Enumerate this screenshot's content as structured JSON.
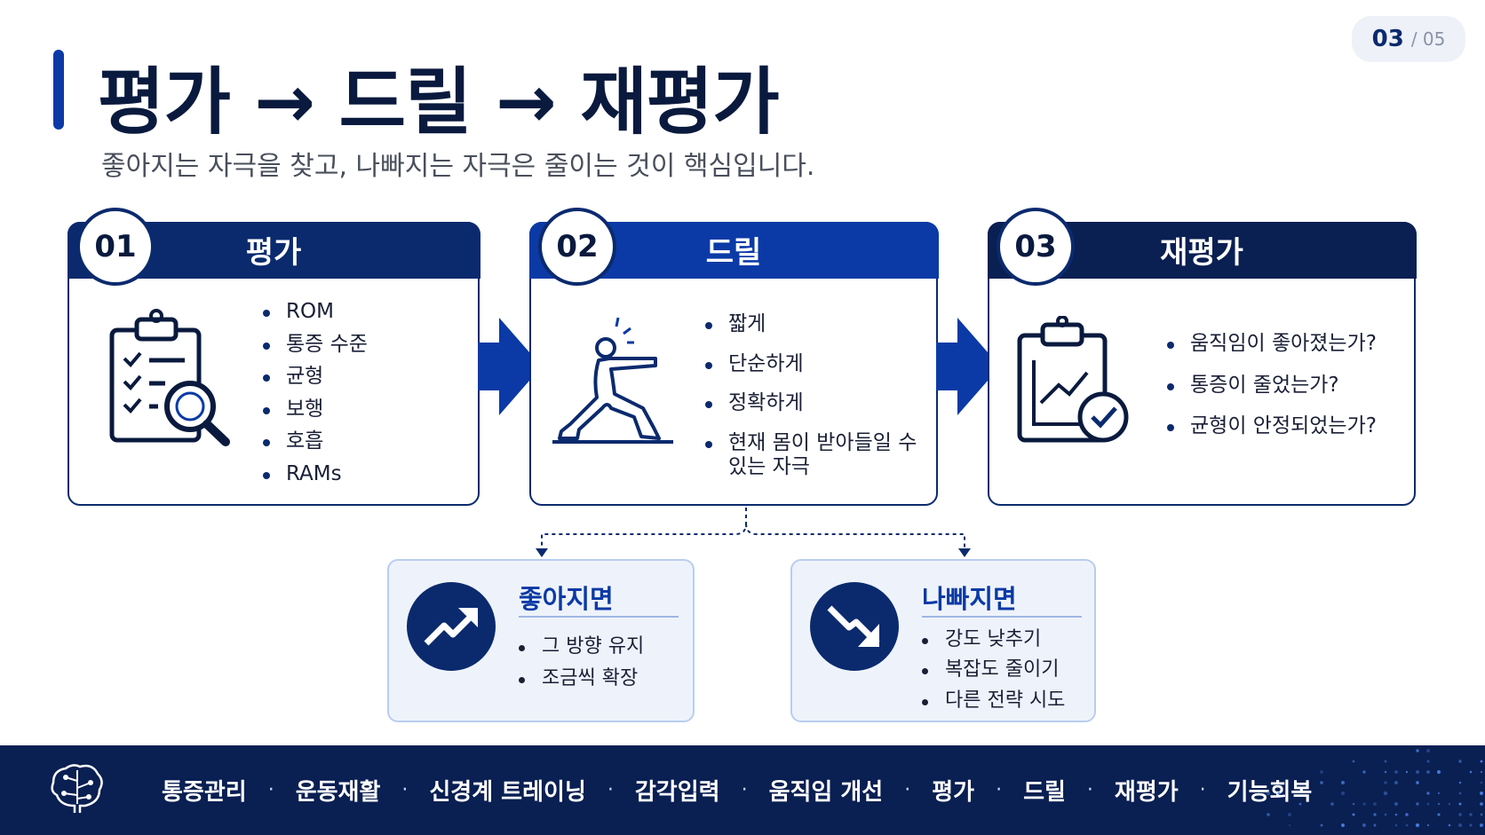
{
  "page_counter": {
    "current": "03",
    "total": "/ 05"
  },
  "header": {
    "title": "평가 → 드릴 → 재평가",
    "subtitle": "좋아지는 자극을 찾고, 나빠지는 자극은 줄이는 것이 핵심입니다."
  },
  "steps": [
    {
      "number": "01",
      "label": "평가",
      "icon": "clipboard-checklist-magnifier-icon",
      "items": [
        "ROM",
        "통증 수준",
        "균형",
        "보행",
        "호흡",
        "RAMs"
      ]
    },
    {
      "number": "02",
      "label": "드릴",
      "icon": "lunge-exercise-figure-icon",
      "items": [
        "짧게",
        "단순하게",
        "정확하게",
        "현재 몸이 받아들일 수 있는 자극"
      ]
    },
    {
      "number": "03",
      "label": "재평가",
      "icon": "clipboard-chart-check-icon",
      "items": [
        "움직임이 좋아졌는가?",
        "통증이 줄었는가?",
        "균형이 안정되었는가?"
      ]
    }
  ],
  "outcomes": {
    "good": {
      "title": "좋아지면",
      "icon": "trend-up-icon",
      "items": [
        "그 방향 유지",
        "조금씩 확장"
      ]
    },
    "bad": {
      "title": "나빠지면",
      "icon": "trend-down-icon",
      "items": [
        "강도 낮추기",
        "복잡도 줄이기",
        "다른 전략 시도"
      ]
    }
  },
  "footer": {
    "logo": "brain-circuit-icon",
    "nav": [
      "통증관리",
      "운동재활",
      "신경계 트레이닝",
      "감각입력",
      "움직임 개선",
      "평가",
      "드릴",
      "재평가",
      "기능회복"
    ],
    "separator": "·"
  },
  "colors": {
    "navy": "#0b2a6e",
    "blue": "#0b3aa6",
    "dark_navy": "#0a1f52",
    "light_panel": "#eef3fb"
  }
}
